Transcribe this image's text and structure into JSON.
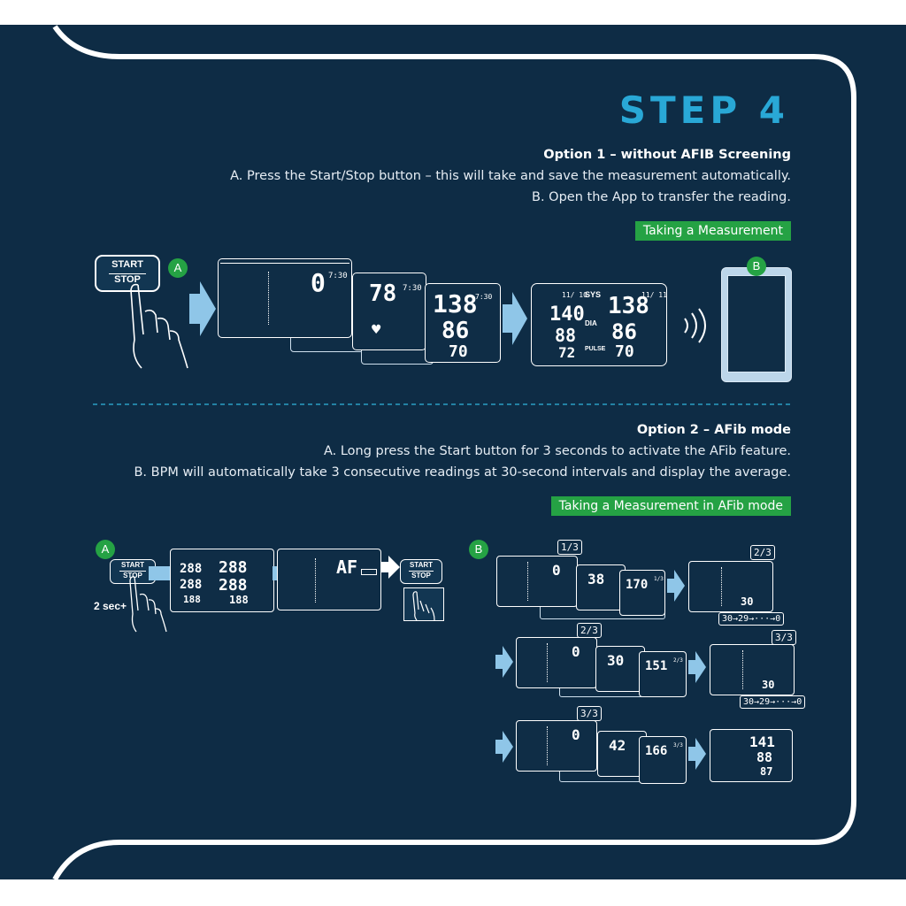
{
  "title": "STEP 4",
  "option1": {
    "heading": "Option 1 – without AFIB Screening",
    "line_a": "A. Press the Start/Stop button – this will take and save the measurement automatically.",
    "line_b": "B. Open the App to transfer the reading.",
    "pill": "Taking a Measurement",
    "badge_a": "A",
    "badge_b": "B",
    "button_top": "START",
    "button_bottom": "STOP",
    "screen1": {
      "value": "0",
      "time": "7:30"
    },
    "screen2": {
      "value": "78",
      "time": "7:30"
    },
    "screen3": {
      "sys": "138",
      "dia": "86",
      "pulse": "70",
      "time": "7:30"
    },
    "result": {
      "date": "11/ 10",
      "time": "11/ 11",
      "sys_label": "SYS",
      "dia_label": "DIA",
      "pulse_label": "PULSE",
      "sys": "138",
      "dia": "86",
      "pulse": "70",
      "avg_sys": "140",
      "avg_dia": "88",
      "avg_pulse": "72"
    }
  },
  "option2": {
    "heading": "Option 2 – AFib mode",
    "line_a": "A. Long press the Start button for 3 seconds to activate the AFib feature.",
    "line_b": "B. BPM will automatically take 3 consecutive readings at 30-second intervals and display the average.",
    "pill": "Taking a Measurement in AFib mode",
    "badge_a": "A",
    "badge_b": "B",
    "hold_label": "2 sec+",
    "button_top": "START",
    "button_bottom": "STOP",
    "all_segments": {
      "sys": "288",
      "dia": "288",
      "pulse": "188",
      "left_top": "288",
      "left_mid": "288",
      "left_bot": "188"
    },
    "af_screen": "AF",
    "rows": [
      {
        "tag": "1/3",
        "zero": "0",
        "pressure": "38",
        "reading": "170",
        "reading_tag": "1/3",
        "count_tag": "2/3",
        "countdown": "30",
        "timeline": "30→29→···→0"
      },
      {
        "tag": "2/3",
        "zero": "0",
        "pressure": "30",
        "reading": "151",
        "reading_tag": "2/3",
        "count_tag": "3/3",
        "countdown": "30",
        "timeline": "30→29→···→0"
      },
      {
        "tag": "3/3",
        "zero": "0",
        "pressure": "42",
        "reading": "166",
        "reading_tag": "3/3"
      }
    ],
    "final": {
      "sys": "141",
      "dia": "88",
      "pulse": "87"
    }
  }
}
